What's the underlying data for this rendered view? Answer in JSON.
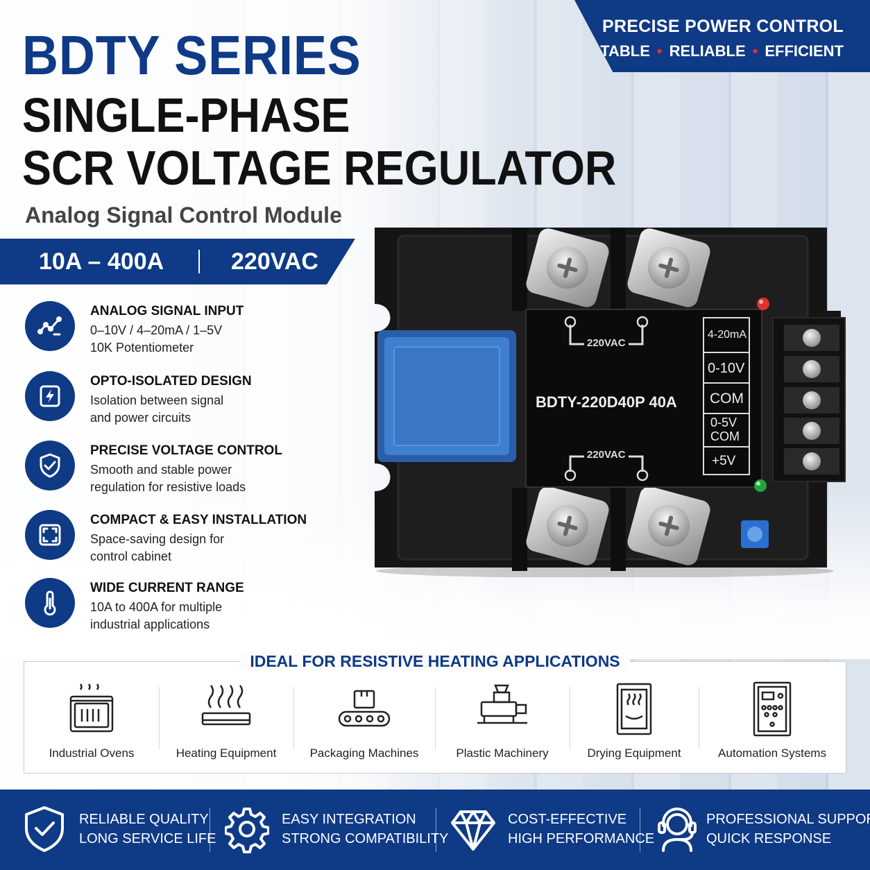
{
  "banner": {
    "line1": "PRECISE POWER CONTROL",
    "w1": "STABLE",
    "w2": "RELIABLE",
    "w3": "EFFICIENT",
    "dot": "•"
  },
  "title": {
    "series": "BDTY SERIES",
    "line2": "SINGLE-PHASE",
    "line3": "SCR VOLTAGE REGULATOR",
    "subtitle": "Analog Signal Control Module"
  },
  "spec": {
    "current": "10A – 400A",
    "voltage": "220VAC"
  },
  "features": [
    {
      "title": "ANALOG SIGNAL INPUT",
      "line1": "0–10V / 4–20mA / 1–5V",
      "line2": "10K Potentiometer",
      "icon": "chart-icon"
    },
    {
      "title": "OPTO-ISOLATED DESIGN",
      "line1": "Isolation between signal",
      "line2": "and power circuits",
      "icon": "lightning-icon"
    },
    {
      "title": "PRECISE VOLTAGE CONTROL",
      "line1": "Smooth and stable power",
      "line2": "regulation for resistive loads",
      "icon": "shield-check-icon"
    },
    {
      "title": "COMPACT & EASY INSTALLATION",
      "line1": "Space-saving design for",
      "line2": "control cabinet",
      "icon": "expand-icon"
    },
    {
      "title": "WIDE CURRENT RANGE",
      "line1": "10A to 400A for multiple",
      "line2": "industrial applications",
      "icon": "thermometer-icon"
    }
  ],
  "product": {
    "model": "BDTY-220D40P 40A",
    "ac_top": "220VAC",
    "ac_bottom": "220VAC",
    "terminals": [
      "4-20mA",
      "0-10V",
      "COM",
      "0-5V",
      "COM",
      "+5V"
    ]
  },
  "applications": {
    "heading": "IDEAL FOR RESISTIVE HEATING APPLICATIONS",
    "items": [
      "Industrial Ovens",
      "Heating Equipment",
      "Packaging Machines",
      "Plastic Machinery",
      "Drying Equipment",
      "Automation Systems"
    ]
  },
  "bottom": [
    {
      "l1": "RELIABLE QUALITY",
      "l2": "LONG SERVICE LIFE",
      "icon": "shield-check-icon"
    },
    {
      "l1": "EASY INTEGRATION",
      "l2": "STRONG COMPATIBILITY",
      "icon": "gear-icon"
    },
    {
      "l1": "COST-EFFECTIVE",
      "l2": "HIGH PERFORMANCE",
      "icon": "diamond-icon"
    },
    {
      "l1": "PROFESSIONAL SUPPORT",
      "l2": "QUICK RESPONSE",
      "icon": "headset-icon"
    }
  ],
  "colors": {
    "brand": "#0e3a86",
    "accent_red": "#e0302f",
    "module_blue": "#3f7fd0"
  }
}
